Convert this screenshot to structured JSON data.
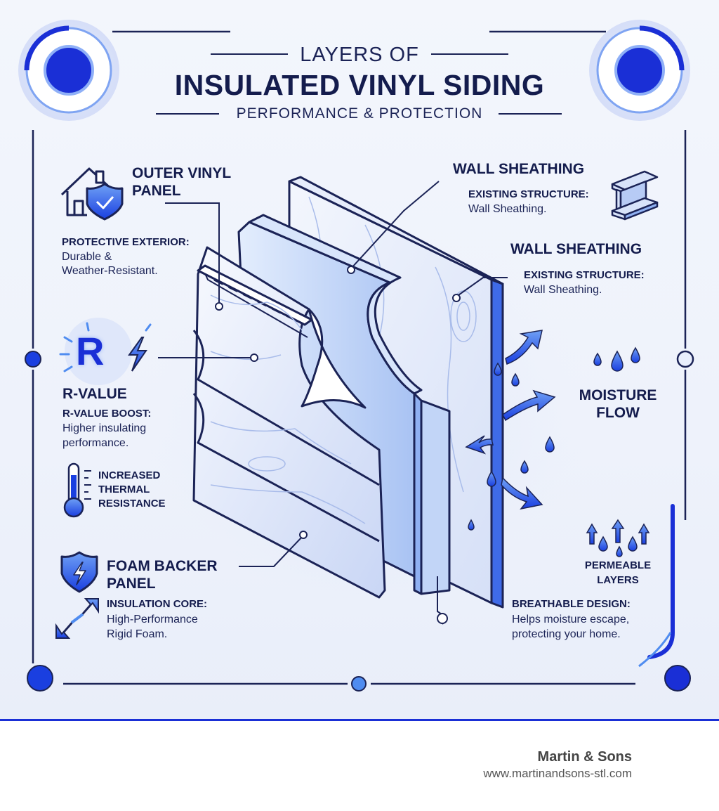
{
  "header": {
    "title_top": "LAYERS OF",
    "title_main": "INSULATED VINYL SIDING",
    "subtitle": "PERFORMANCE & PROTECTION"
  },
  "callouts": {
    "outer_vinyl": {
      "title_line1": "OUTER VINYL",
      "title_line2": "PANEL",
      "subtitle": "PROTECTIVE EXTERIOR:",
      "body_line1": "Durable &",
      "body_line2": "Weather-Resistant."
    },
    "wall_sheathing_top": {
      "title": "WALL SHEATHING",
      "subtitle": "EXISTING STRUCTURE:",
      "body": "Wall Sheathing."
    },
    "wall_sheathing_mid": {
      "title": "WALL SHEATHING",
      "subtitle": "EXISTING STRUCTURE:",
      "body": "Wall Sheathing."
    },
    "r_value": {
      "title": "R-VALUE",
      "subtitle": "R-VALUE BOOST:",
      "body_line1": "Higher insulating",
      "body_line2": "performance.",
      "icon_letter": "R"
    },
    "thermal": {
      "line1": "INCREASED",
      "line2": "THERMAL",
      "line3": "RESISTANCE"
    },
    "moisture": {
      "line1": "MOISTURE",
      "line2": "FLOW"
    },
    "foam_backer": {
      "title_line1": "FOAM BACKER",
      "title_line2": "PANEL",
      "subtitle": "INSULATION CORE:",
      "body_line1": "High-Performance",
      "body_line2": "Rigid Foam."
    },
    "permeable": {
      "line1": "PERMEABLE",
      "line2": "LAYERS"
    },
    "breathable": {
      "subtitle": "BREATHABLE DESIGN:",
      "body_line1": "Helps moisture escape,",
      "body_line2": "protecting your home."
    }
  },
  "credit": {
    "name": "Martin & Sons",
    "url": "www.martinandsons-stl.com"
  },
  "colors": {
    "navy": "#141c4d",
    "accent_blue": "#1a2fd6",
    "light_blue": "#4f8cf0",
    "panel_bg": "#eef2fb"
  },
  "icons": [
    "house-shield-icon",
    "r-value-bolt-icon",
    "thermometer-icon",
    "shield-bolt-icon",
    "diagonal-arrows-icon",
    "steel-beam-icon",
    "water-drops-icon",
    "upward-arrows-drops-icon"
  ]
}
